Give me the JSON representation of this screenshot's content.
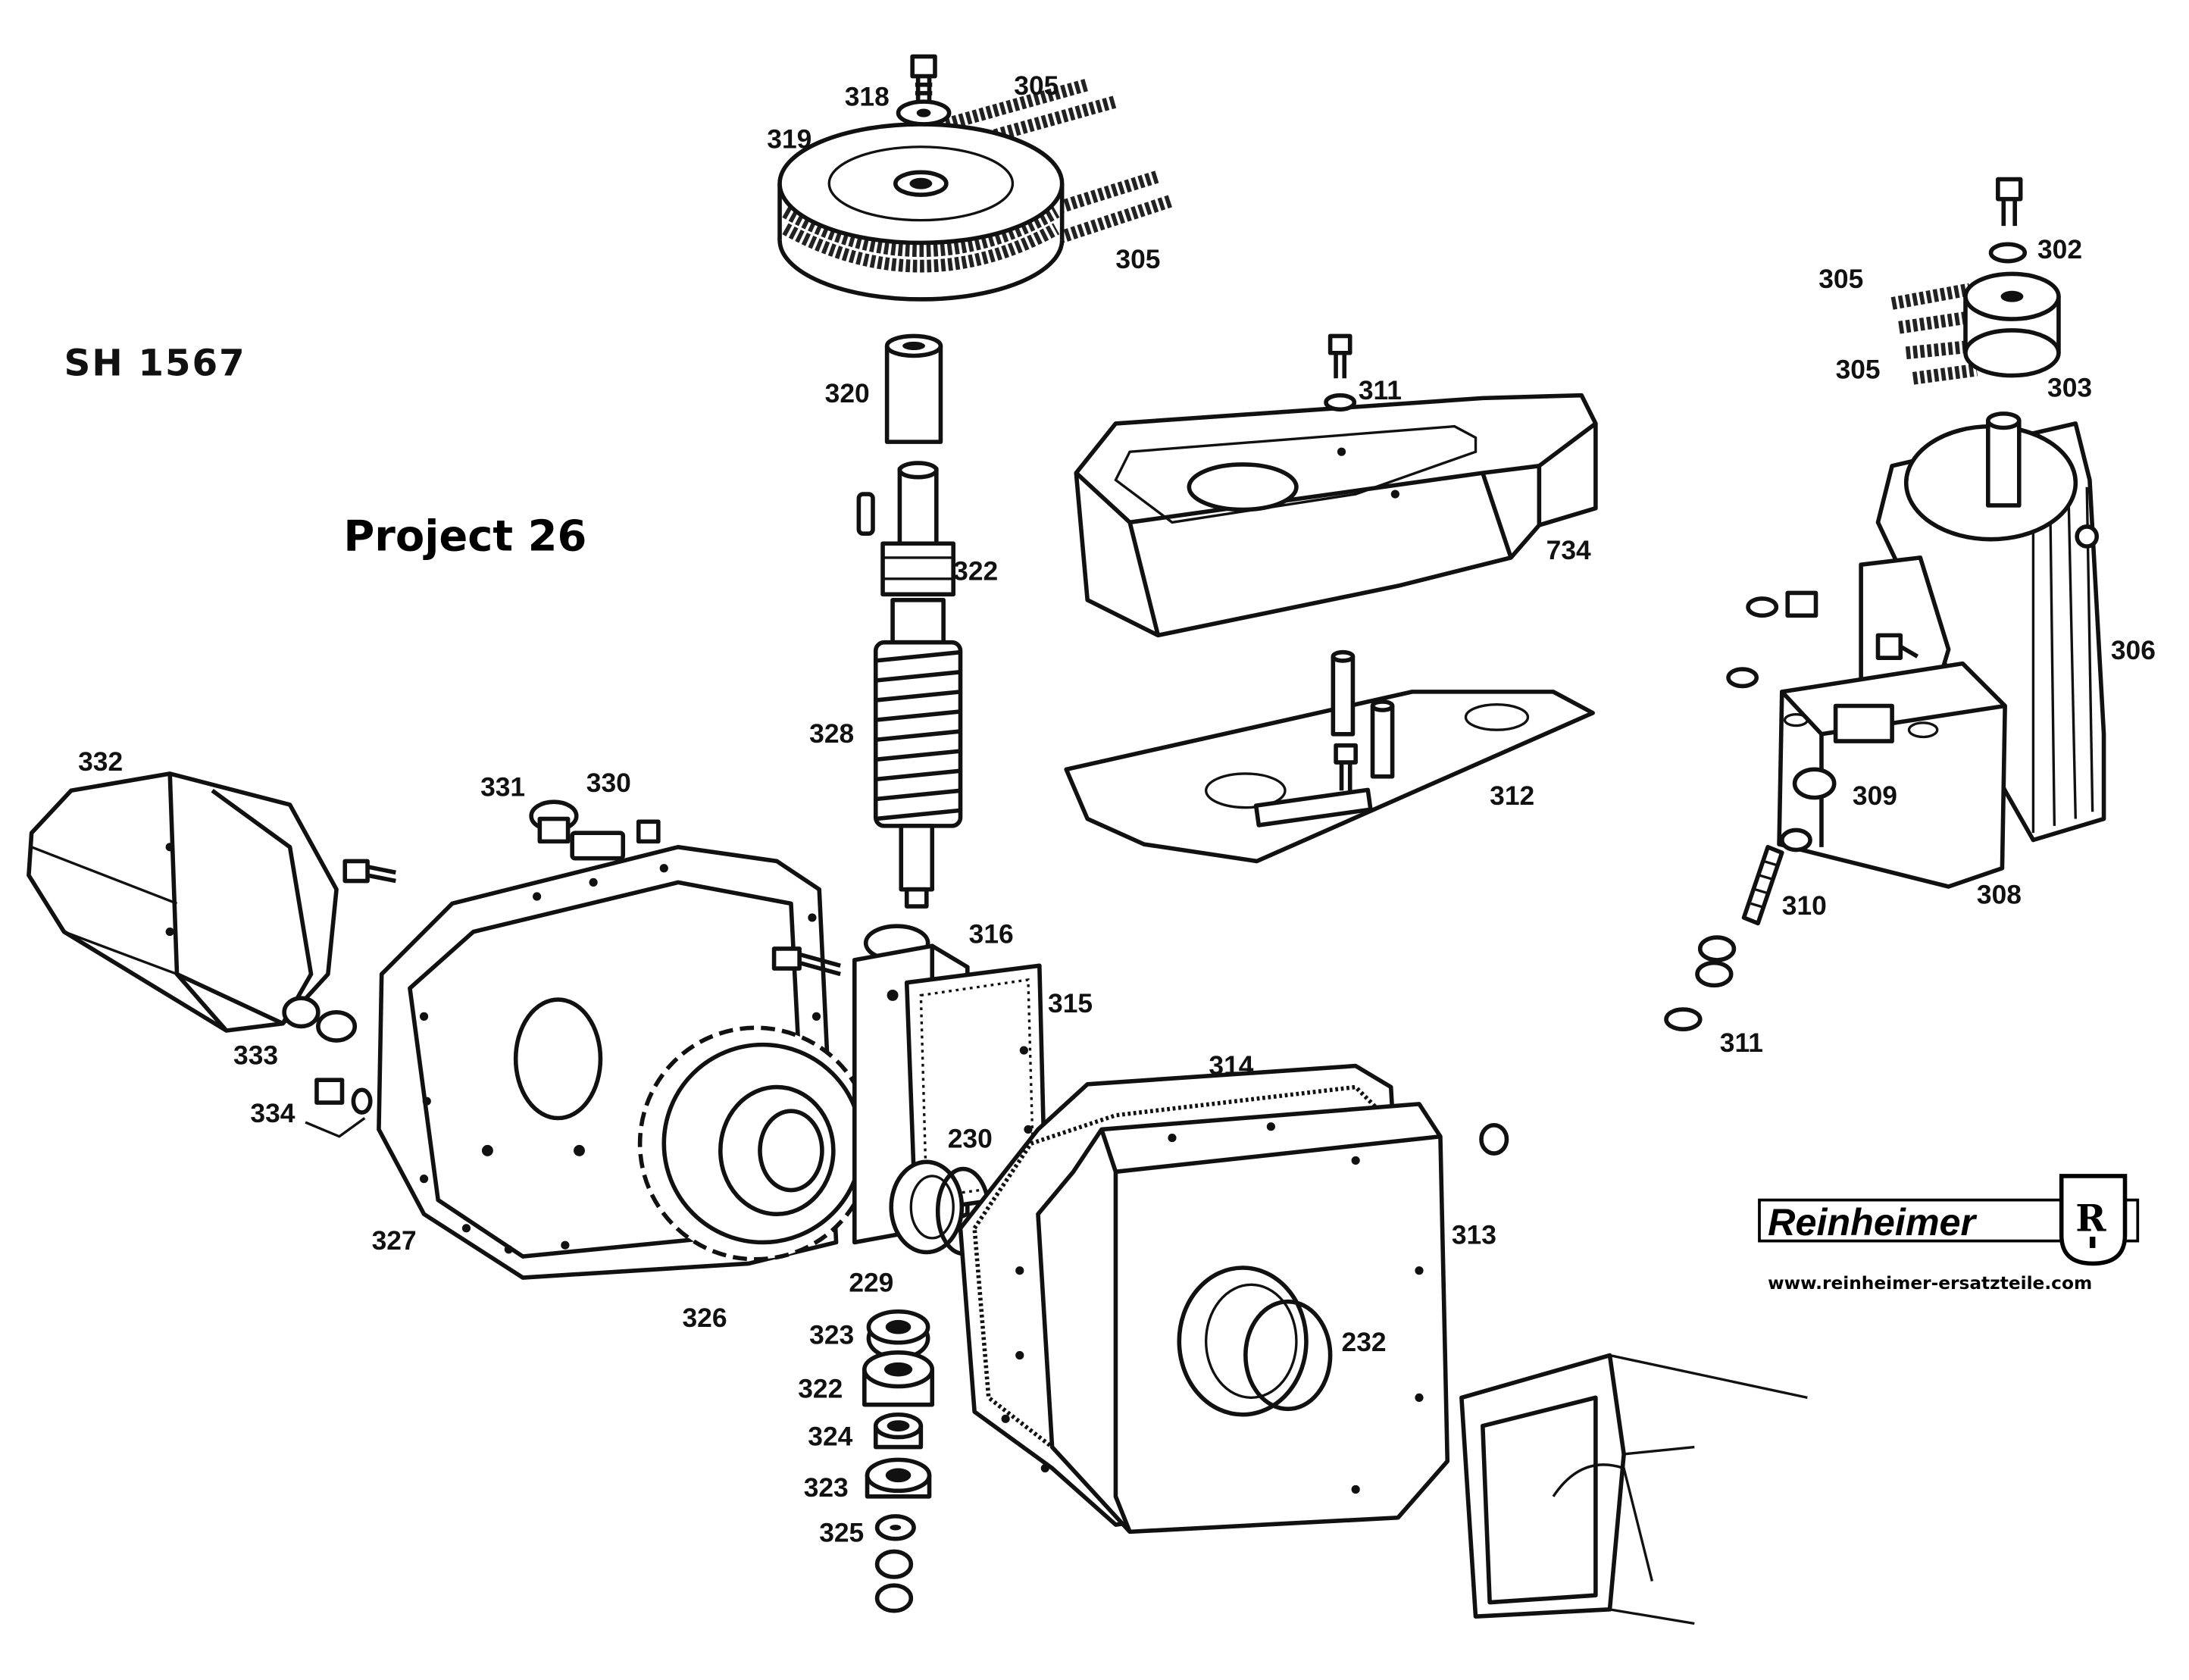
{
  "document": {
    "model_code": "SH 1567",
    "project_label": "Project 26"
  },
  "brand": {
    "name": "Reinheimer",
    "emblem_letter": "R",
    "url": "www.reinheimer-ersatzteile.com"
  },
  "part_labels": {
    "p318": "318",
    "p305a": "305",
    "p319": "319",
    "p305b": "305",
    "p302": "302",
    "p305c": "305",
    "p305d": "305",
    "p303": "303",
    "p311a": "311",
    "p320": "320",
    "p734": "734",
    "p322a": "322",
    "p306": "306",
    "p328": "328",
    "p312": "312",
    "p332": "332",
    "p331": "331",
    "p330": "330",
    "p309": "309",
    "p308": "308",
    "p310": "310",
    "p316": "316",
    "p315": "315",
    "p333": "333",
    "p311b": "311",
    "p314": "314",
    "p334": "334",
    "p230": "230",
    "p313": "313",
    "p327": "327",
    "p229": "229",
    "p326": "326",
    "p323a": "323",
    "p232": "232",
    "p322b": "322",
    "p324": "324",
    "p323b": "323",
    "p325": "325"
  }
}
